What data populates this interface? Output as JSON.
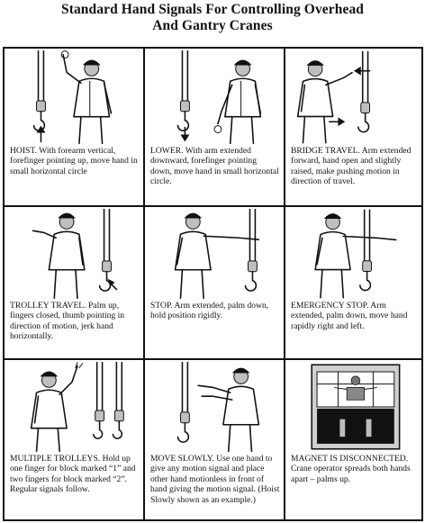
{
  "title_line1": "Standard Hand Signals For Controlling Overhead",
  "title_line2": "And Gantry Cranes",
  "signals": [
    {
      "name": "HOIST.",
      "text": " With forearm vertical, forefinger pointing up, move hand in small horizontal circle"
    },
    {
      "name": "LOWER.",
      "text": "  With arm extended downward, forefinger pointing down, move hand in small horizontal circle."
    },
    {
      "name": "BRIDGE TRAVEL.",
      "text": "  Arm extended forward, hand open and slightly raised, make pushing motion in direction of travel."
    },
    {
      "name": "TROLLEY TRAVEL.",
      "text": " Palm up, fingers closed, thumb pointing in direction of motion, jerk hand horizontally."
    },
    {
      "name": "STOP.",
      "text": "  Arm extended, palm down, hold position rigidly."
    },
    {
      "name": "EMERGENCY STOP.",
      "text": "  Arm extended, palm down, move hand rapidly right and left."
    },
    {
      "name": "MULTIPLE TROLLEYS.",
      "text": "  Hold up one finger for block marked “1” and two fingers for block marked “2”. Regular signals follow."
    },
    {
      "name": "MOVE SLOWLY.",
      "text": "  Use one hand to give any motion signal and place other hand motionless in front of hand giving the motion signal.  (Hoist Slowly shown as an example.)"
    },
    {
      "name": "MAGNET IS DISCONNECTED.",
      "text": " Crane operator spreads both hands apart – palms up."
    }
  ]
}
